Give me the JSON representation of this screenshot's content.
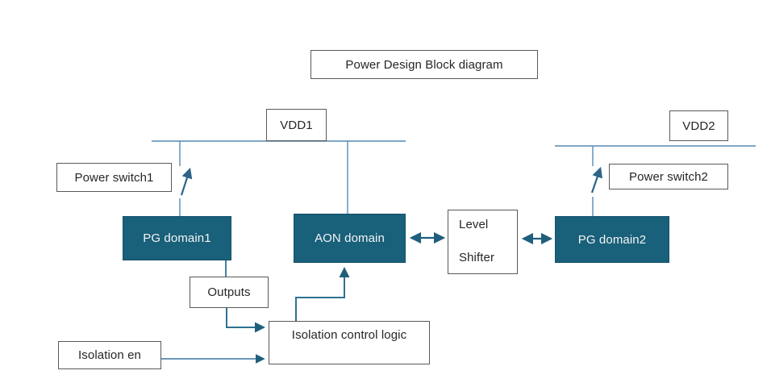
{
  "diagram": {
    "title": "Power Design Block diagram",
    "nodes": {
      "vdd1": "VDD1",
      "vdd2": "VDD2",
      "power_switch1": "Power switch1",
      "power_switch2": "Power switch2",
      "pg_domain1": "PG domain1",
      "pg_domain2": "PG domain2",
      "aon_domain": "AON domain",
      "level_shifter_line1": "Level",
      "level_shifter_line2": "Shifter",
      "outputs": "Outputs",
      "isolation_control_logic": "Isolation control logic",
      "isolation_en": "Isolation en"
    },
    "colors": {
      "domain_fill": "#19607A",
      "domain_text": "#F4F4F4",
      "box_border": "#595959",
      "rail_line": "#6C9ABE",
      "connector_line": "#2E7193",
      "switch_arrow": "#2E6489",
      "double_arrow": "#1F5F7D",
      "text": "#262626",
      "background": "#FFFFFF"
    },
    "connections": [
      "VDD1 rail -> Power switch1 -> PG domain1",
      "VDD1 rail -> AON domain",
      "VDD2 rail -> Power switch2 -> PG domain2",
      "AON domain <-> Level Shifter",
      "Level Shifter <-> PG domain2",
      "PG domain1 -> Outputs -> Isolation control logic",
      "Isolation en -> Isolation control logic",
      "Isolation control logic -> AON domain"
    ]
  }
}
